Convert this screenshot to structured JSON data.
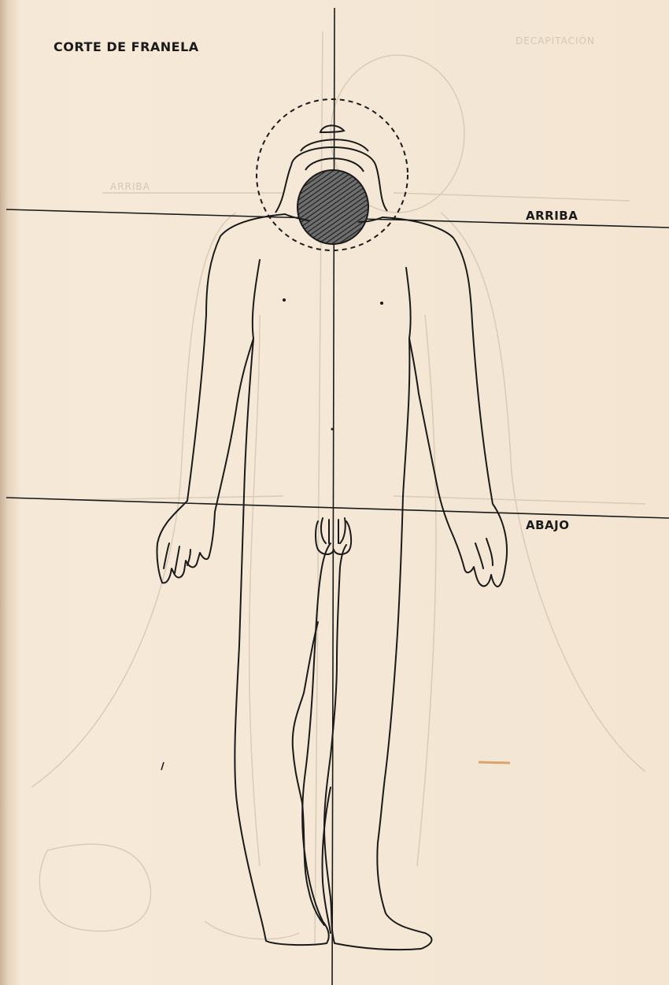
{
  "title": "CORTE DE FRANELA",
  "labels": {
    "upper_line": "ARRIBA",
    "lower_line": "ABAJO"
  },
  "show_through": {
    "title": "DECAPITACIÓN",
    "upper_line": "ARRIBA"
  },
  "colors": {
    "paper": "#f6e9d8",
    "ink": "#1a1a1a",
    "ghost": "#d6c7b4"
  }
}
